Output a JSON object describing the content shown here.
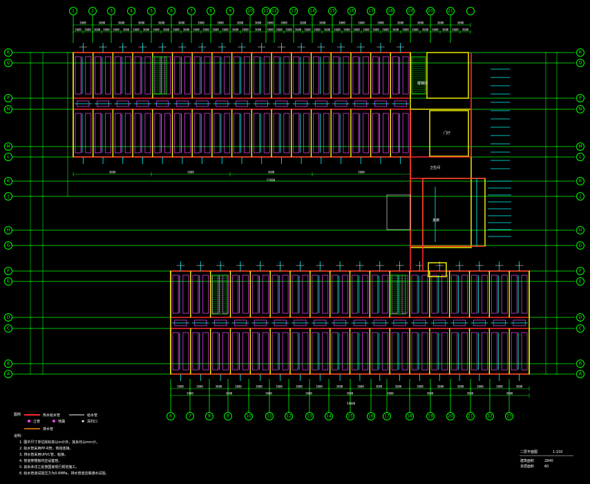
{
  "drawing": {
    "title": "二层平面图",
    "scale": "1:150",
    "area_line_label": "建筑面积",
    "area_line_value": "2840",
    "floor_line_label": "本层面积",
    "floor_line_value": "60"
  },
  "axes": {
    "top_columns": [
      "1",
      "2",
      "3",
      "4",
      "5",
      "6",
      "7",
      "8",
      "9",
      "10",
      "11",
      "12",
      "13",
      "14",
      "15",
      "16",
      "17",
      "18",
      "19",
      "20",
      "21"
    ],
    "bottom_columns": [
      "6",
      "7",
      "8",
      "9",
      "10",
      "11",
      "12",
      "13",
      "14",
      "15",
      "16",
      "17",
      "18",
      "19",
      "20",
      "21",
      "22",
      "23"
    ],
    "rows": [
      "R",
      "Q",
      "P",
      "N",
      "M",
      "L",
      "K",
      "J",
      "H",
      "G",
      "F",
      "E",
      "D",
      "C",
      "B",
      "A"
    ]
  },
  "legend": {
    "heading": "图例",
    "hot_water": "热水给水管",
    "cold_water": "给水管",
    "drain": "排水管",
    "riser": "立管",
    "floor_drain": "地漏",
    "cleanout": "清扫口"
  },
  "notes": [
    "说明：",
    "1. 图中尺寸单位除标高以m计外，其余均以mm计。",
    "2. 给水管采用PP-R管，热熔连接。",
    "3. 排水管采用UPVC管，粘接。",
    "4. 管道穿楼板时应设套管。",
    "5. 其余未详之处按国家现行规范施工。",
    "6. 给水管道试验压力为0.6MPa，排水管道应做通水试验。"
  ],
  "rooms": {
    "stair_label": "楼梯间",
    "corridor_label": "走廊",
    "toilet_label": "卫生间",
    "hall_label": "门厅"
  },
  "dimension_labels": {
    "bay": "3600",
    "total_top": "57600",
    "total_bottom": "54000"
  },
  "colors": {
    "axis": "#00ff00",
    "wall": "#ffff00",
    "beam": "#ff2a2a",
    "fixture": "#ff44ff",
    "pipe": "#00ffff"
  }
}
